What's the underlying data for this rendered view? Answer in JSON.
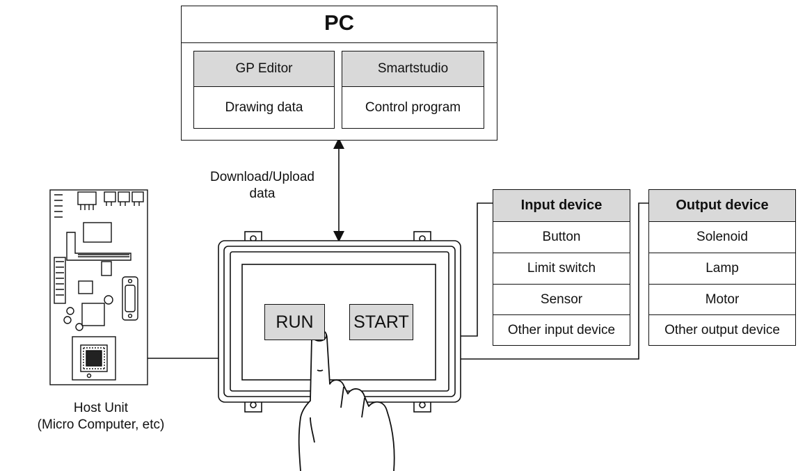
{
  "pc": {
    "title": "PC",
    "gp_editor": "GP Editor",
    "drawing_data": "Drawing data",
    "smartstudio": "Smartstudio",
    "control_program": "Control program"
  },
  "link_label": {
    "line1": "Download/Upload",
    "line2": "data"
  },
  "host": {
    "line1": "Host Unit",
    "line2": "(Micro Computer, etc)"
  },
  "hmi": {
    "run": "RUN",
    "start": "START"
  },
  "input_device": {
    "header": "Input device",
    "items": [
      "Button",
      "Limit switch",
      "Sensor",
      "Other input device"
    ]
  },
  "output_device": {
    "header": "Output device",
    "items": [
      "Solenoid",
      "Lamp",
      "Motor",
      "Other output device"
    ]
  }
}
